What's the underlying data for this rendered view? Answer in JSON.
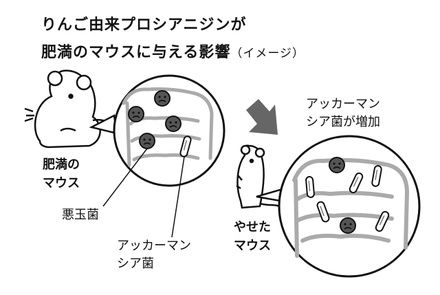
{
  "title": {
    "line1": "りんご由来プロシアニジンが",
    "line2": "肥満のマウスに与える影響",
    "note": "（イメージ）"
  },
  "labels": {
    "obese_mouse": [
      "肥満の",
      "マウス"
    ],
    "bad_bacteria": "悪玉菌",
    "akkermansia": [
      "アッカーマン",
      "シア菌"
    ],
    "lean_mouse": [
      "やせた",
      "マウス"
    ],
    "akkermansia_increase": [
      "アッカーマン",
      "シア菌が増加"
    ]
  }
}
